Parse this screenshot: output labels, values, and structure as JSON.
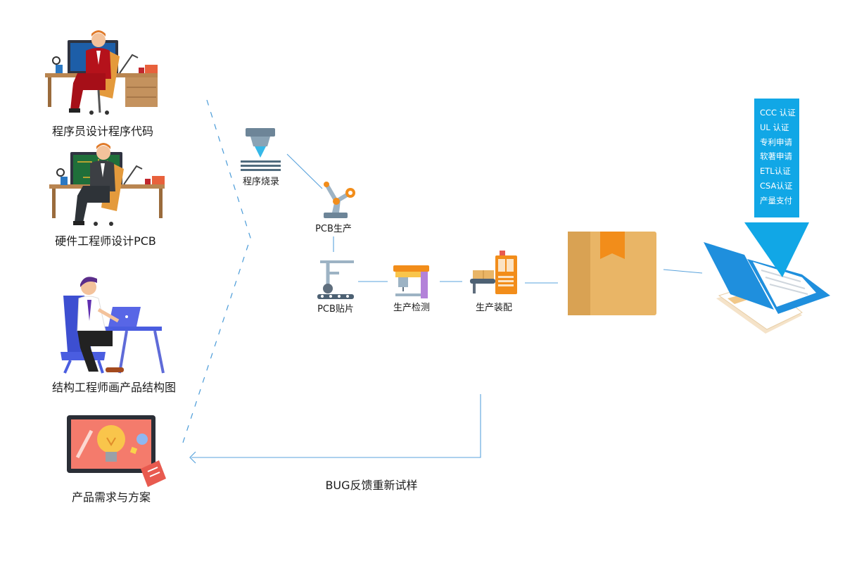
{
  "roles": {
    "programmer": "程序员设计程序代码",
    "hardware": "硬件工程师设计PCB",
    "structure": "结构工程师画产品结构图",
    "product": "产品需求与方案"
  },
  "steps": {
    "burn": "程序烧录",
    "pcb_production": "PCB生产",
    "pcb_smt": "PCB贴片",
    "inspection": "生产检测",
    "assembly": "生产装配"
  },
  "feedback": "BUG反馈重新试样",
  "certifications": [
    "CCC 认证",
    "UL 认证",
    "专利申请",
    "软著申请",
    "ETL认证",
    "CSA认证",
    "产量支付"
  ],
  "colors": {
    "line": "#4a9bd8",
    "cert_bg": "#11a7e6",
    "suit_red": "#b5121b",
    "wood": "#b98550",
    "box": "#e9b566",
    "tag": "#f28d1a"
  }
}
